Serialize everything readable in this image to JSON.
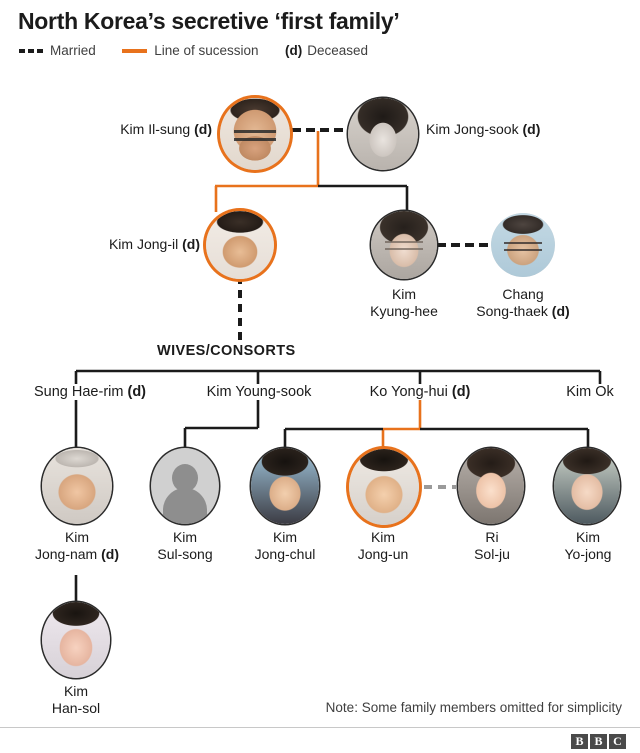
{
  "header": {
    "title": "North Korea’s secretive ‘first family’"
  },
  "legend": {
    "married_label": "Married",
    "succession_label": "Line of sucession",
    "deceased_marker": "(d)",
    "deceased_label": "Deceased",
    "married_icon": "dashed-line-icon",
    "succession_icon": "solid-line-icon"
  },
  "colors": {
    "succession_orange": "#e8721c",
    "marriage_black": "#1b1b1b",
    "marriage_grey": "#9a9a9a",
    "text": "#1b1b1b"
  },
  "section": {
    "wives_label": "WIVES/CONSORTS"
  },
  "people": {
    "kim_il_sung": {
      "name": "Kim Il-sung",
      "deceased": "(d)",
      "avatar": "portrait-kim-il-sung",
      "succession": true
    },
    "kim_jong_sook": {
      "name": "Kim Jong-sook",
      "deceased": "(d)",
      "avatar": "portrait-kim-jong-sook",
      "succession": false
    },
    "kim_jong_il": {
      "name": "Kim Jong-il",
      "deceased": "(d)",
      "avatar": "portrait-kim-jong-il",
      "succession": true
    },
    "kim_kyung_hee": {
      "name_line1": "Kim",
      "name_line2": "Kyung-hee",
      "deceased": "",
      "avatar": "portrait-kim-kyung-hee",
      "succession": false
    },
    "chang_song_thaek": {
      "name_line1": "Chang",
      "name_line2": "Song-thaek",
      "deceased": "(d)",
      "avatar": "portrait-chang-song-thaek",
      "succession": false
    },
    "sung_hae_rim": {
      "name": "Sung Hae-rim",
      "deceased": "(d)"
    },
    "kim_young_sook": {
      "name": "Kim Young-sook",
      "deceased": ""
    },
    "ko_yong_hui": {
      "name": "Ko Yong-hui",
      "deceased": "(d)"
    },
    "kim_ok": {
      "name": "Kim Ok",
      "deceased": ""
    },
    "kim_jong_nam": {
      "name_line1": "Kim",
      "name_line2": "Jong-nam",
      "deceased": "(d)",
      "avatar": "portrait-kim-jong-nam",
      "succession": false
    },
    "kim_sul_song": {
      "name_line1": "Kim",
      "name_line2": "Sul-song",
      "deceased": "",
      "avatar": "silhouette-placeholder-icon",
      "succession": false
    },
    "kim_jong_chul": {
      "name_line1": "Kim",
      "name_line2": "Jong-chul",
      "deceased": "",
      "avatar": "portrait-kim-jong-chul",
      "succession": false
    },
    "kim_jong_un": {
      "name_line1": "Kim",
      "name_line2": "Jong-un",
      "deceased": "",
      "avatar": "portrait-kim-jong-un",
      "succession": true
    },
    "ri_sol_ju": {
      "name_line1": "Ri",
      "name_line2": "Sol-ju",
      "deceased": "",
      "avatar": "portrait-ri-sol-ju",
      "succession": false
    },
    "kim_yo_jong": {
      "name_line1": "Kim",
      "name_line2": "Yo-jong",
      "deceased": "",
      "avatar": "portrait-kim-yo-jong",
      "succession": false
    },
    "kim_han_sol": {
      "name_line1": "Kim",
      "name_line2": "Han-sol",
      "deceased": "",
      "avatar": "portrait-kim-han-sol",
      "succession": false
    }
  },
  "footer": {
    "note": "Note: Some family members omitted for simplicity",
    "logo_letters": [
      "B",
      "B",
      "C"
    ]
  }
}
